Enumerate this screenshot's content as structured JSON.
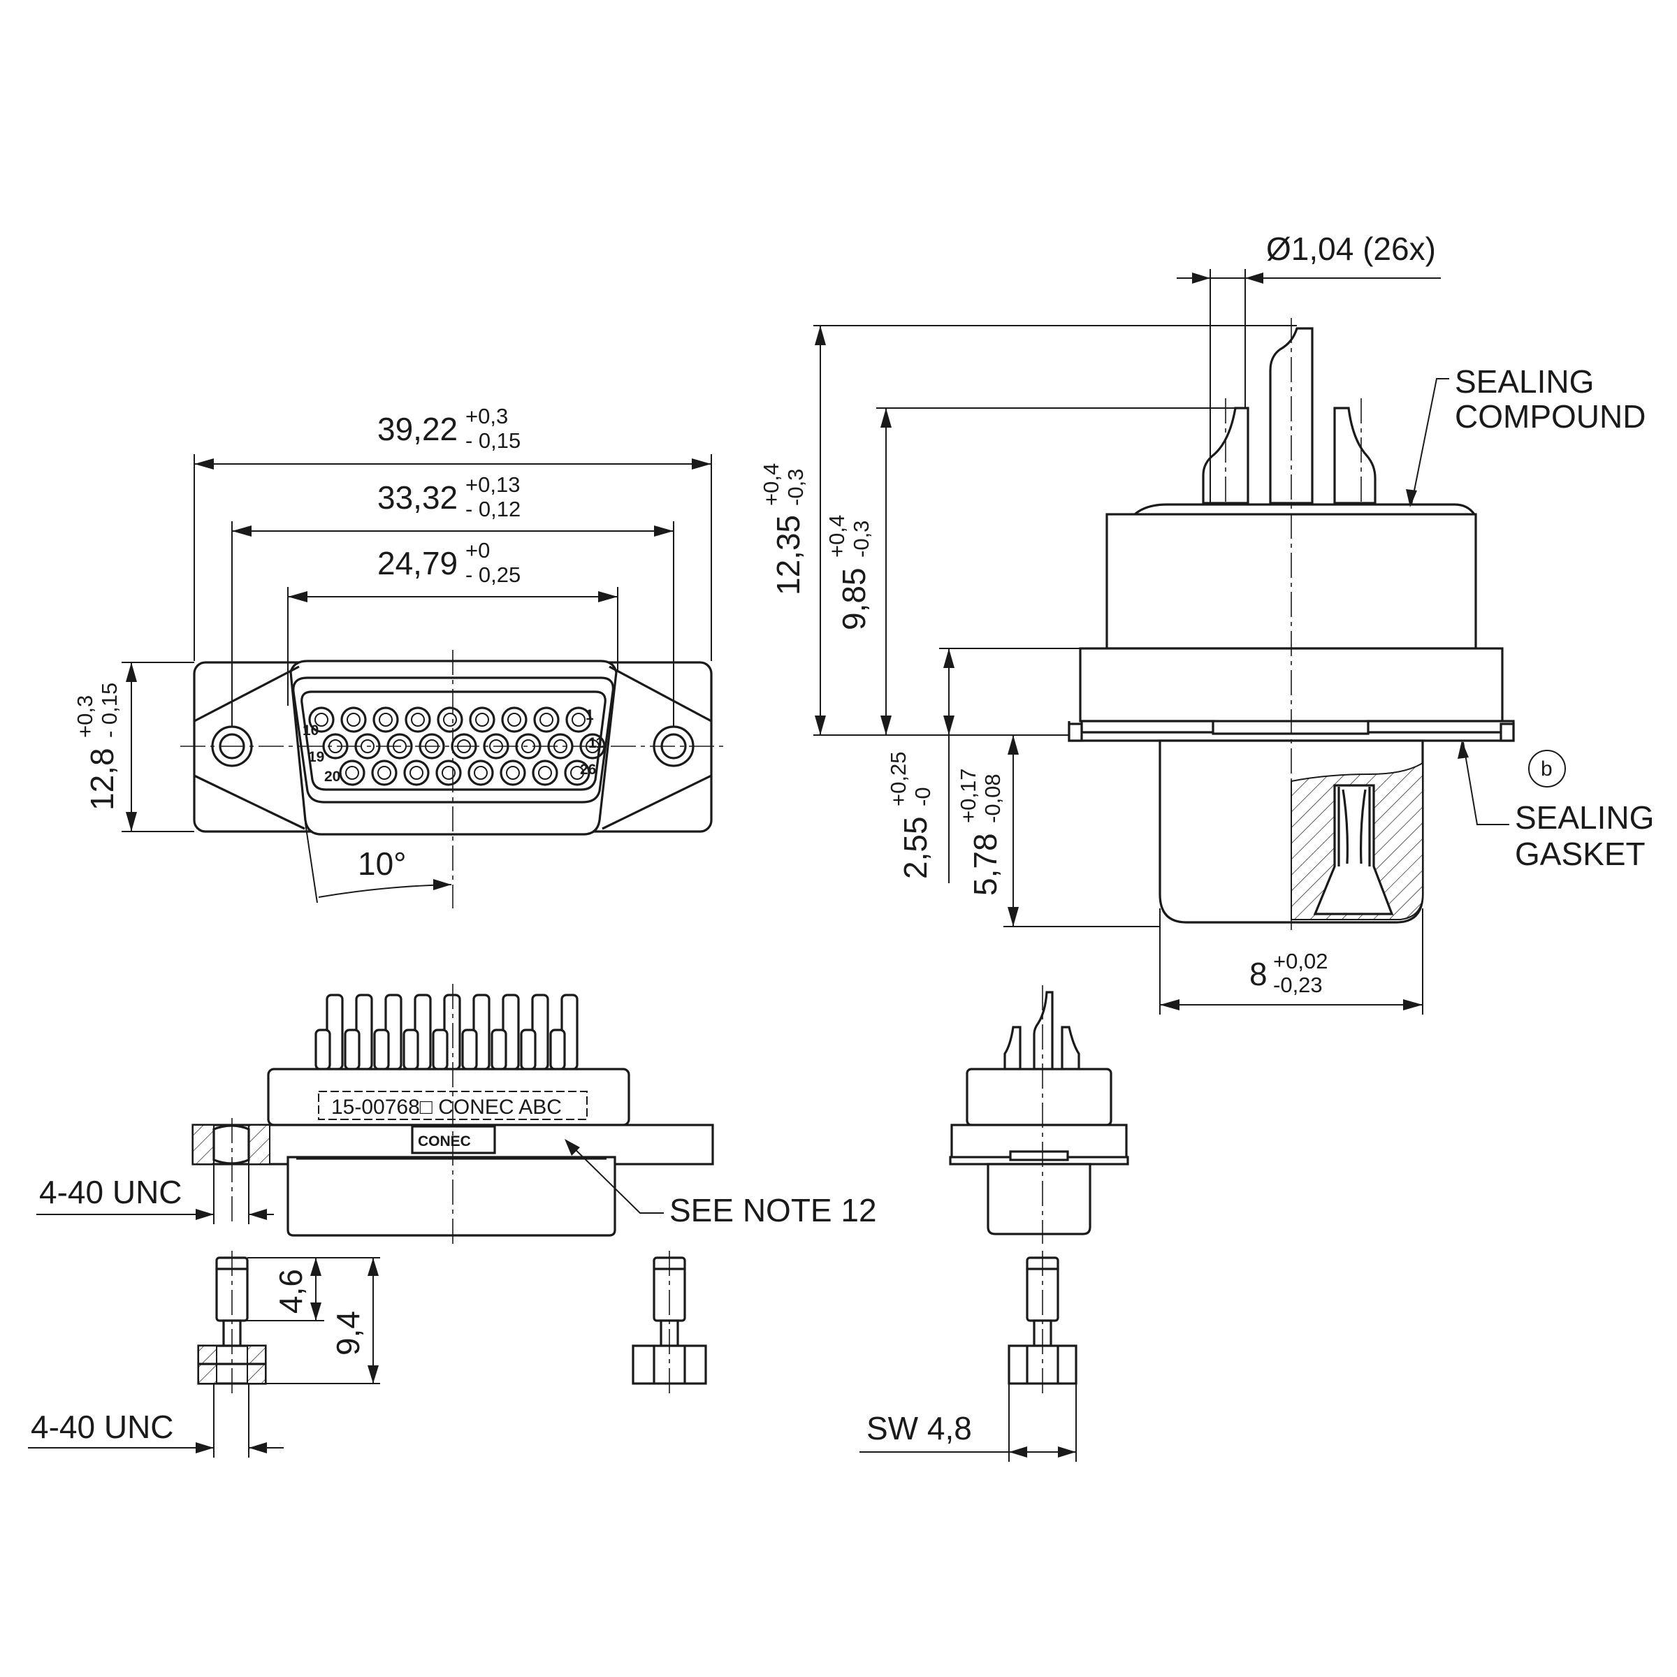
{
  "front_view": {
    "dim_overall_width": {
      "value": "39,22",
      "tol_plus": "+0,3",
      "tol_minus": "- 0,15"
    },
    "dim_hole_spacing": {
      "value": "33,32",
      "tol_plus": "+0,13",
      "tol_minus": "- 0,12"
    },
    "dim_shell_width": {
      "value": "24,79",
      "tol_plus": "+0",
      "tol_minus": "- 0,25"
    },
    "dim_height": {
      "value": "12,8",
      "tol_plus": "+0,3",
      "tol_minus": "- 0,15"
    },
    "angle": "10°",
    "pin_labels": {
      "p1": "1",
      "p10": "10",
      "p11": "11",
      "p19": "19",
      "p20": "20",
      "p26": "26"
    }
  },
  "side_section_view": {
    "pin_diameter": "Ø1,04 (26x)",
    "dim_total_height": {
      "value": "12,35",
      "tol_plus": "+0,4",
      "tol_minus": "-0,3"
    },
    "dim_pin_height": {
      "value": "9,85",
      "tol_plus": "+0,4",
      "tol_minus": "-0,3"
    },
    "dim_flange": {
      "value": "2,55",
      "tol_plus": "+0,25",
      "tol_minus": "-0"
    },
    "dim_shell_depth": {
      "value": "5,78",
      "tol_plus": "+0,17",
      "tol_minus": "-0,08"
    },
    "dim_shell_width": {
      "value": "8",
      "tol_plus": "+0,02",
      "tol_minus": "-0,23"
    },
    "label_compound_1": "SEALING",
    "label_compound_2": "COMPOUND",
    "label_gasket_1": "SEALING",
    "label_gasket_2": "GASKET",
    "callout_marker": "b"
  },
  "bottom_views": {
    "marking_text": "15-00768□  CONEC  ABC",
    "logo_text": "CONEC",
    "thread_label_top": "4-40 UNC",
    "thread_label_bottom": "4-40 UNC",
    "see_note": "SEE NOTE 12",
    "dim_short": "4,6",
    "dim_long": "9,4",
    "wrench_size": "SW 4,8"
  }
}
